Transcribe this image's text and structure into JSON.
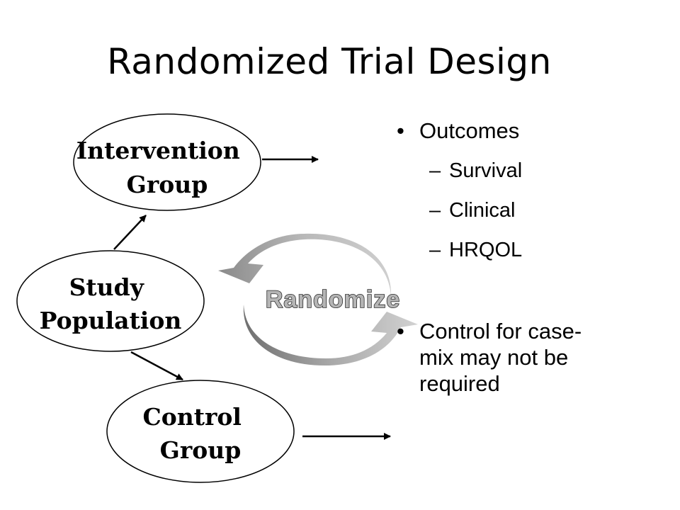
{
  "title": "Randomized Trial Design",
  "diagram": {
    "nodes": {
      "intervention": [
        "Intervention",
        "Group"
      ],
      "study": [
        "Study",
        "Population"
      ],
      "control": [
        "Control",
        "Group"
      ]
    },
    "randomize_label": "Randomize"
  },
  "bullets": {
    "bullet_glyph": "•",
    "dash_glyph": "–",
    "outcomes": {
      "label": "Outcomes",
      "subs": [
        "Survival",
        "Clinical",
        "HRQOL"
      ]
    },
    "control": {
      "lines": [
        "Control for case-",
        "mix may not be",
        "required"
      ]
    }
  }
}
